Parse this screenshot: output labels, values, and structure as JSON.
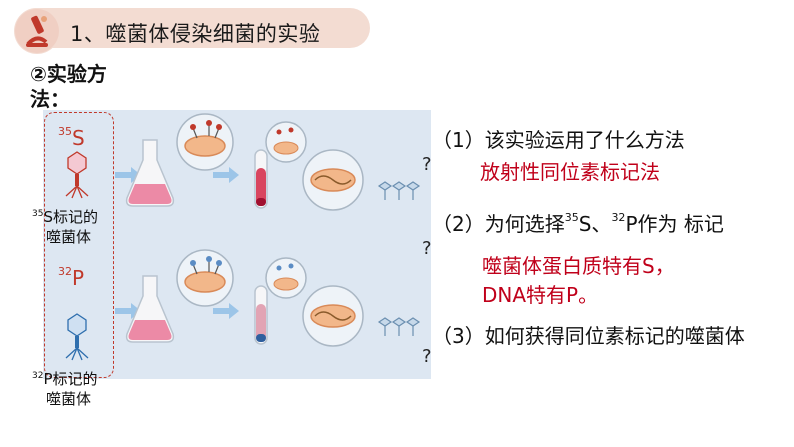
{
  "header": {
    "title": "1、噬菌体侵染细菌的实验",
    "icon": "microscope-icon"
  },
  "method": {
    "title": "②实验方法："
  },
  "left": {
    "iso_s_mass": "35",
    "iso_s_sym": "S",
    "iso_s_label_mass": "35",
    "iso_s_label_line1": "S标记的",
    "iso_s_label_line2": "噬菌体",
    "iso_p_mass": "32",
    "iso_p_sym": "P",
    "iso_p_label_mass": "32",
    "iso_p_label_line1": "P标记的",
    "iso_p_label_line2": "噬菌体"
  },
  "qmarks": [
    "?",
    "?",
    "?"
  ],
  "questions": {
    "q1": "（1）该实验运用了什么方法",
    "a1": "放射性同位素标记法",
    "q2_prefix": "（2）为何选择",
    "q2_s_mass": "35",
    "q2_s_text": "S、",
    "q2_p_mass": "32",
    "q2_p_text": "P作为 标记",
    "a2_line1": "噬菌体蛋白质特有S，",
    "a2_line2": "DNA特有P。",
    "q3": "（3）如何获得同位素标记的噬菌体"
  },
  "colors": {
    "title_bg": "#f3dcd2",
    "accent_red": "#c0001a",
    "panel_bg": "#dde7f2"
  }
}
